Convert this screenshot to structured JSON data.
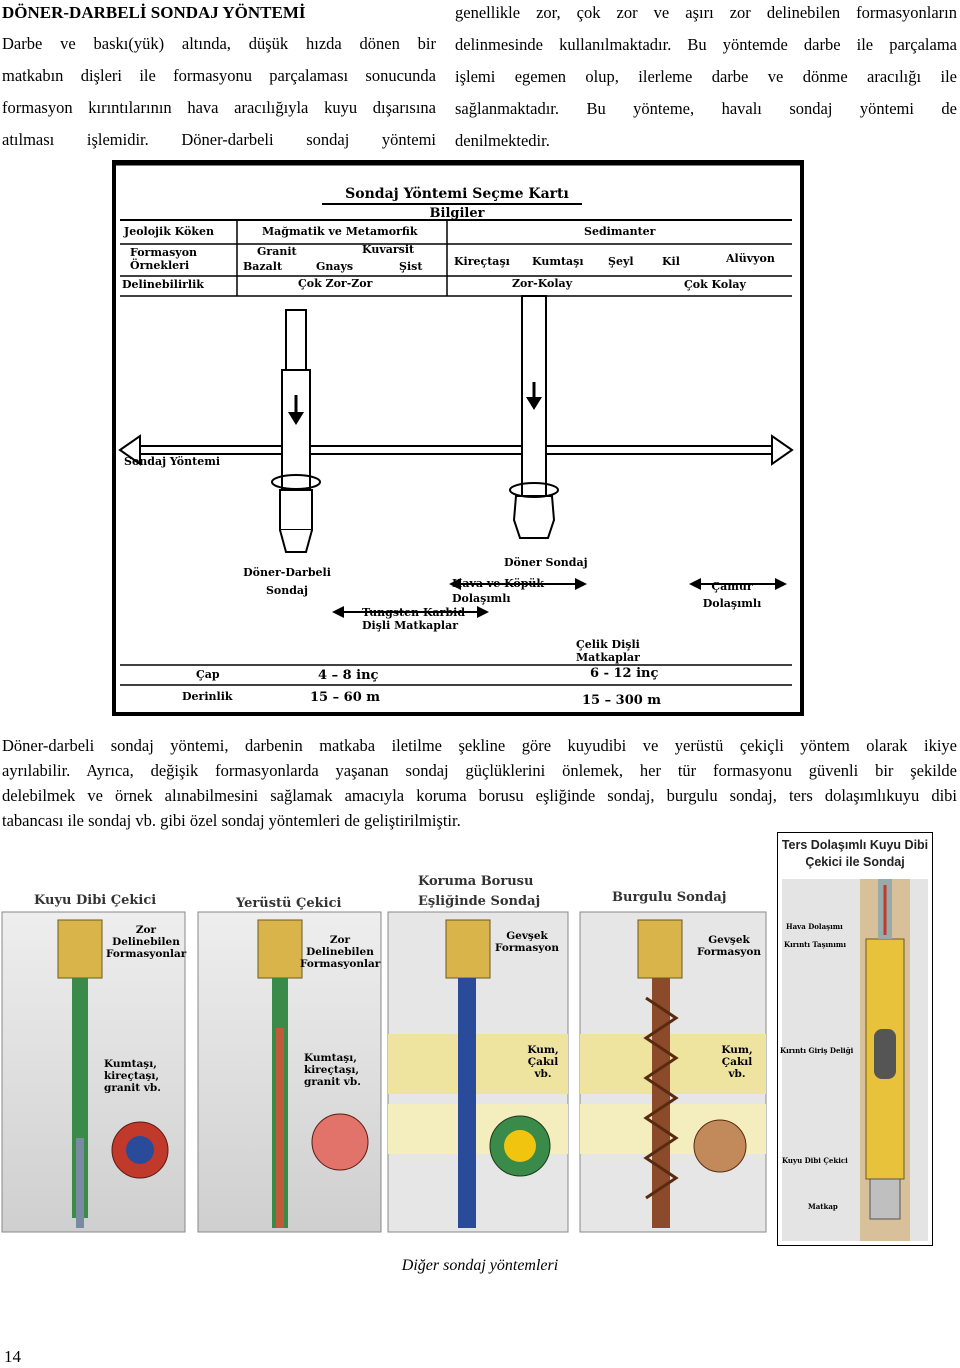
{
  "left_column": {
    "heading": "DÖNER-DARBELİ SONDAJ YÖNTEMİ",
    "lines": [
      "Darbe ve baskı(yük) altında, düşük hızda dönen bir",
      "matkabın dişleri ile formasyonu parçalaması sonucunda",
      "formasyon kırıntılarının hava aracılığıyla kuyu dışarısına",
      "atılması işlemidir. Döner-darbeli sondaj yöntemi"
    ]
  },
  "right_column": {
    "lines": [
      "genellikle zor, çok zor ve aşırı zor delinebilen formasyonların",
      "delinmesinde kullanılmaktadır. Bu yöntemde darbe ile parçalama",
      "işlemi egemen olup, ilerleme darbe ve dönme aracılığı ile",
      "sağlanmaktadır. Bu yönteme, havalı sondaj yöntemi de",
      "denilmektedir."
    ]
  },
  "selection_card": {
    "title": "Sondaj Yöntemi Seçme Kartı",
    "subtitle": "Bilgiler",
    "row_labels": {
      "origin": "Jeolojik Köken",
      "examples": "Formasyon Örnekleri",
      "drillability": "Delinebilirlik",
      "method": "Sondaj Yöntemi",
      "diameter": "Çap",
      "depth": "Derinlik"
    },
    "origin_magmatic": "Mağmatik ve Metamorfik",
    "origin_sedimentary": "Sedimanter",
    "examples_hard": [
      "Granit",
      "Kuvarsit",
      "Bazalt",
      "Gnays",
      "Şist"
    ],
    "examples_soft": [
      "Kireçtaşı",
      "Kumtaşı",
      "Şeyl",
      "Kil",
      "Alüvyon"
    ],
    "drill_levels": [
      "Çok Zor-Zor",
      "Zor-Kolay",
      "Çok Kolay"
    ],
    "method_left": "Döner-Darbeli Sondaj",
    "method_right": "Döner Sondaj",
    "air_foam": "Hava ve Köpük Dolaşımlı",
    "mud": "Çamur Dolaşımlı",
    "bit_left": "Tungsten Karbid Dişli Matkaplar",
    "bit_right": "Çelik Dişli Matkaplar",
    "diam_left": "4 – 8 inç",
    "diam_right": "6 - 12 inç",
    "depth_left": "15 – 60 m",
    "depth_right": "15 – 300 m"
  },
  "body_lines": [
    "Döner-darbeli sondaj yöntemi, darbenin matkaba iletilme şekline göre kuyudibi ve yerüstü çekiçli yöntem olarak ikiye",
    "ayrılabilir. Ayrıca, değişik formasyonlarda yaşanan sondaj güçlüklerini önlemek, her tür formasyonu güvenli bir şekilde",
    "delebilmek ve örnek alınabilmesini sağlamak amacıyla koruma borusu eşliğinde sondaj, burgulu sondaj, ters dolaşımlıkuyu dibi",
    "tabancası ile sondaj vb. gibi özel sondaj yöntemleri de geliştirilmiştir."
  ],
  "panels": [
    {
      "title": "Kuyu Dibi Çekici",
      "note_top": "Zor Delinebilen Formasyonlar",
      "note_mid": "Kumtaşı, kireçtaşı, granit vb."
    },
    {
      "title": "Yerüstü Çekici",
      "note_top": "Zor Delinebilen Formasyonlar",
      "note_mid": "Kumtaşı, kireçtaşı, granit vb."
    },
    {
      "title": "Koruma Borusu Eşliğinde Sondaj",
      "note_top": "Gevşek Formasyon",
      "note_mid": "Kum, Çakıl vb."
    },
    {
      "title": "Burgulu Sondaj",
      "note_top": "Gevşek Formasyon",
      "note_mid": "Kum, Çakıl vb."
    }
  ],
  "reverse_panel": {
    "title": "Ters Dolaşımlı Kuyu Dibi Çekici ile Sondaj",
    "labels": [
      "Hava Dolaşımı",
      "Kırıntı Taşınımı",
      "Kırıntı Giriş Deliği",
      "Kuyu Dibi Çekici",
      "Matkap"
    ]
  },
  "caption": "Diğer sondaj yöntemleri",
  "page_number": "14",
  "colors": {
    "rock_gray": "#d8d8d8",
    "sand_yellow": "#efe3a0",
    "drill_yellow": "#d9b44a",
    "pipe_green": "#3a8a4a",
    "pipe_blue": "#2a4a9a",
    "auger_brown": "#8b4a2a",
    "hose_red": "#c0392b"
  }
}
